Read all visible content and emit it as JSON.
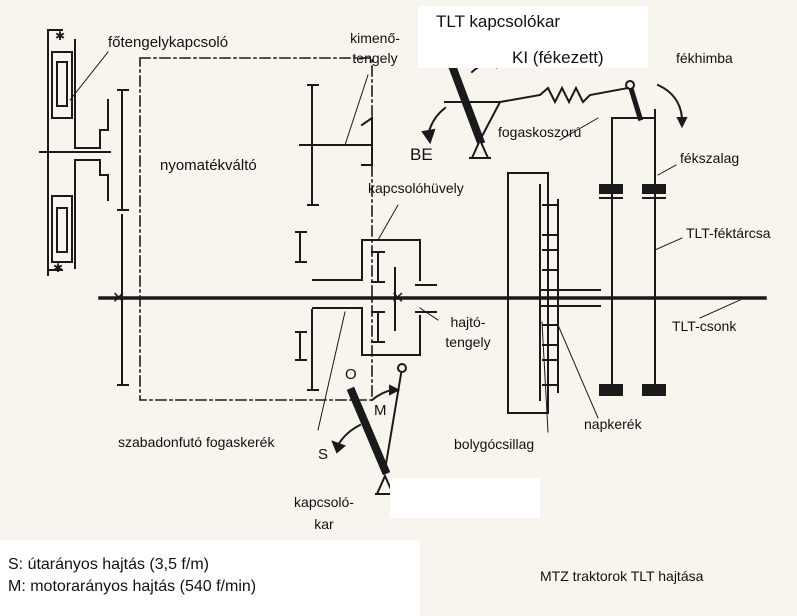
{
  "labels": {
    "main_clutch": "főtengelykapcsoló",
    "output_shaft_1": "kimenő-",
    "output_shaft_2": "tengely",
    "torque_converter": "nyomatékváltó",
    "tlt_lever": "TLT kapcsolókar",
    "ki": "KI (fékezett)",
    "be": "BE",
    "brake_rocker": "fékhimba",
    "ring_gear": "fogaskoszorú",
    "brake_band": "fékszalag",
    "clutch_sleeve": "kapcsolóhüvely",
    "tlt_brake_drum": "TLT-féktárcsa",
    "tlt_stub": "TLT-csonk",
    "drive_shaft_1": "hajtó-",
    "drive_shaft_2": "tengely",
    "pos_o": "O",
    "pos_m": "M",
    "pos_s": "S",
    "freewheel_gear": "szabadonfutó fogaskerék",
    "planet_carrier": "bolygócsillag",
    "sun_gear": "napkerék",
    "switch_lever_1": "kapcsoló-",
    "switch_lever_2": "kar"
  },
  "legend": {
    "s_line": "S: útarányos hajtás (3,5 f/m)",
    "m_line": "M: motorarányos hajtás (540 f/min)"
  },
  "caption": "MTZ traktorok TLT hajtása",
  "colors": {
    "ink": "#1a1a1a",
    "paper": "#f7f5ee",
    "highlight_box": "#ffffff"
  }
}
